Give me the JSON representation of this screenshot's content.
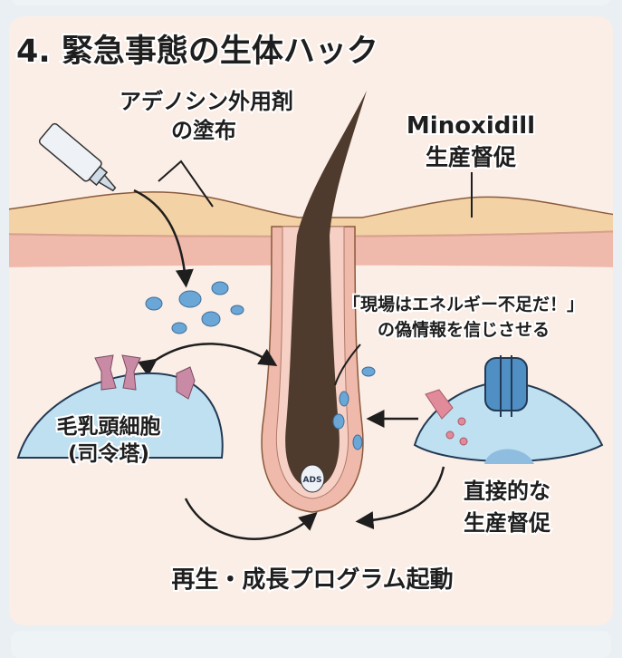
{
  "title": "4. 緊急事態の生体ハック",
  "labels": {
    "adenosine_line1": "アデノシン外用剤",
    "adenosine_line2": "の塗布",
    "minoxidil_line1": "Minoxidill",
    "minoxidil_line2": "生産督促",
    "fake_info_line1": "「現場はエネルギー不足だ！」",
    "fake_info_line2": "の偽情報を信じさせる",
    "papilla_line1": "毛乳頭細胞",
    "papilla_line2": "(司令塔)",
    "direct_line1": "直接的な",
    "direct_line2": "生産督促",
    "ads": "ADS",
    "bottom": "再生・成長プログラム起動"
  },
  "colors": {
    "epidermis": "#f3d3a6",
    "dermis": "#efb9ab",
    "hair": "#4f3a2e",
    "cell": "#bfe0f0",
    "molecule": "#6aa6d6",
    "receptor": "#c98aa6"
  }
}
